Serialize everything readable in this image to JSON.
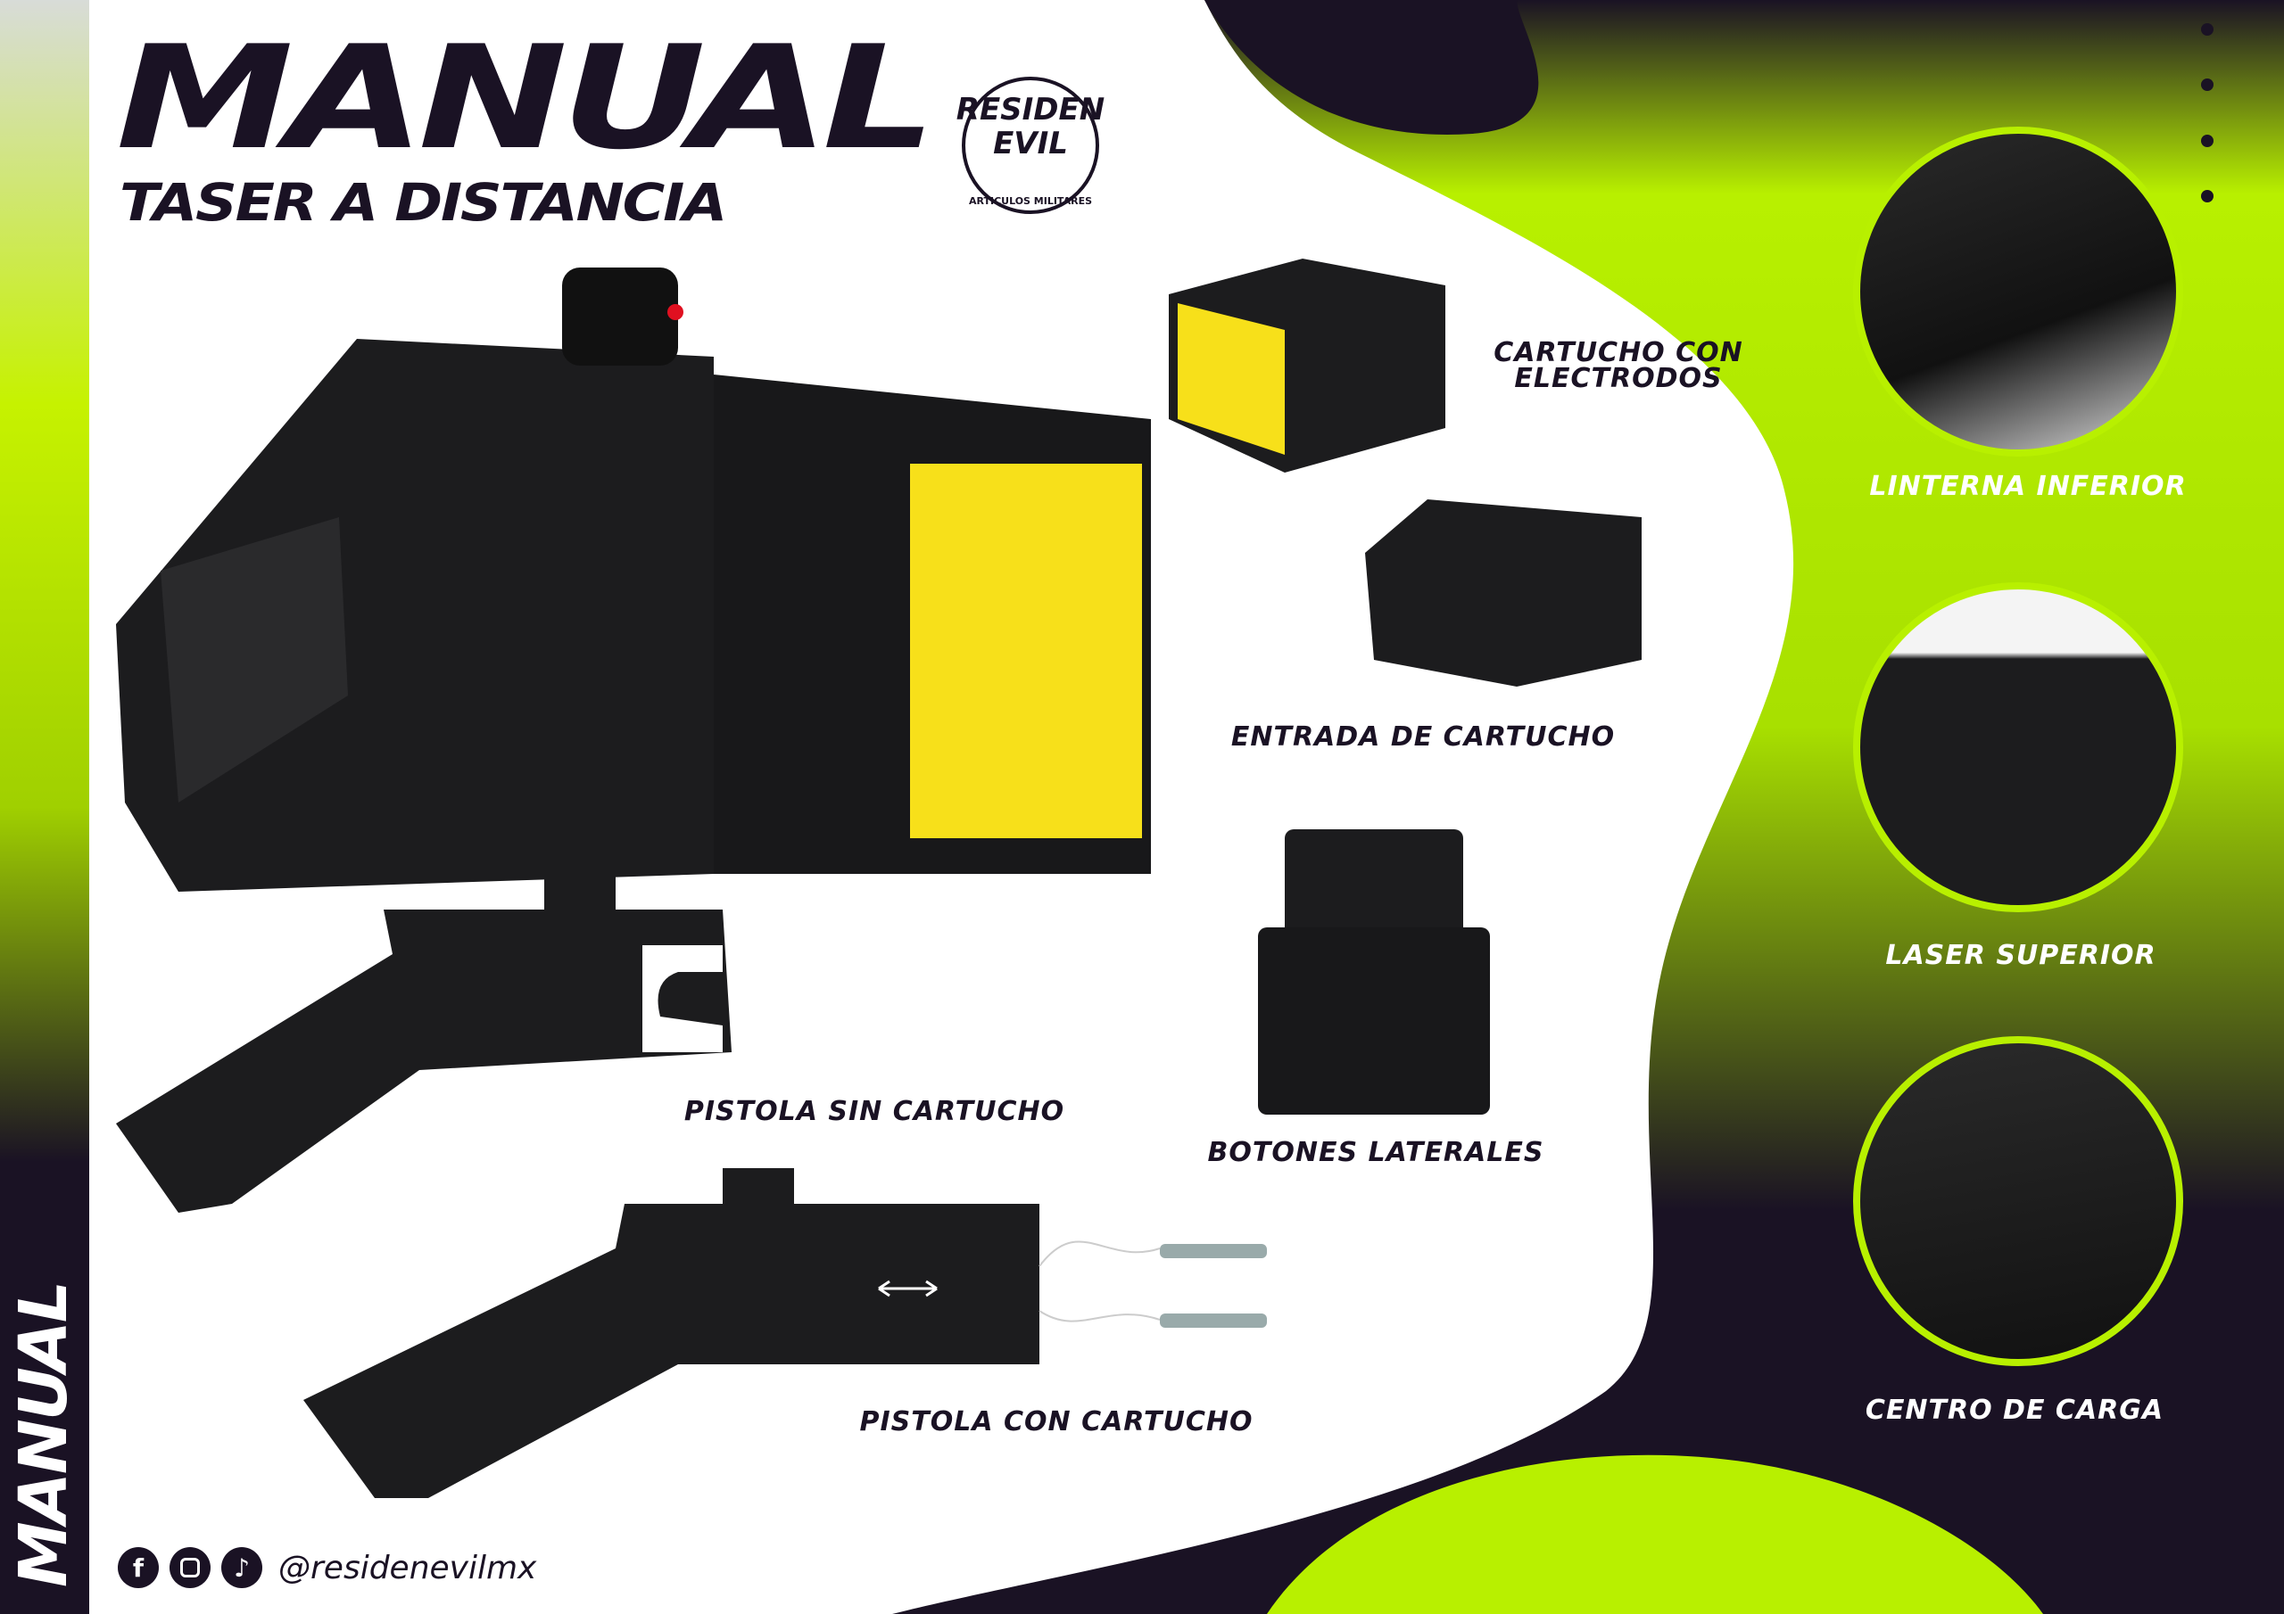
{
  "header": {
    "title": "MANUAL",
    "subtitle": "TASER A DISTANCIA"
  },
  "logo": {
    "text": "RESIDEN EVIL",
    "tagline": "ARTICULOS MILITARES"
  },
  "side_label": "MANUAL",
  "labels": {
    "cartucho_line1": "CARTUCHO CON",
    "cartucho_line2": "ELECTRODOS",
    "entrada": "ENTRADA DE CARTUCHO",
    "pistola_sin": "PISTOLA SIN CARTUCHO",
    "botones": "BOTONES LATERALES",
    "pistola_con": "PISTOLA CON CARTUCHO",
    "linterna": "LINTERNA INFERIOR",
    "laser": "LASER SUPERIOR",
    "carga": "CENTRO DE CARGA"
  },
  "social": {
    "icons": [
      "facebook-icon",
      "instagram-icon",
      "tiktok-icon"
    ],
    "handle": "@residenevilmx"
  },
  "colors": {
    "dark": "#1a1224",
    "lime": "#b8f000",
    "cartridge_yellow": "#f7e01a",
    "product_black": "#1c1c1e"
  }
}
